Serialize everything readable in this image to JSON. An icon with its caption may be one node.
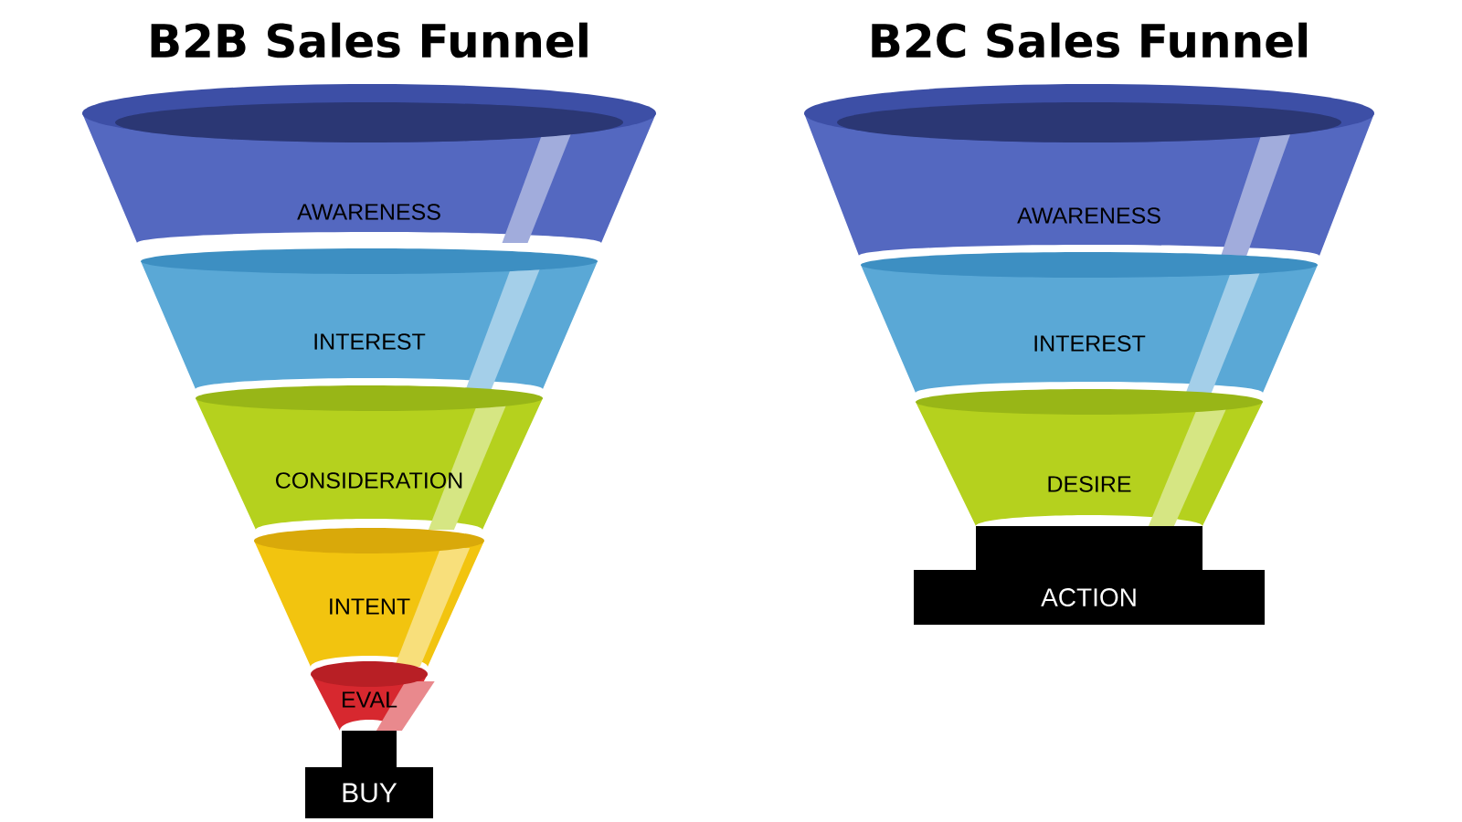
{
  "diagram": {
    "nodes": [
      {
        "text": [
          "AWARENESS"
        ]
      },
      {
        "text": [
          "INTEREST"
        ]
      },
      {
        "text": [
          "CONSIDERATION"
        ]
      },
      {
        "text": [
          "INTENT"
        ]
      },
      {
        "text": [
          "EVAL"
        ]
      },
      {
        "text": [
          "BUY"
        ]
      },
      {
        "text": [
          "AWARENESS"
        ]
      },
      {
        "text": [
          "INTEREST"
        ]
      },
      {
        "text": [
          "DESIRE"
        ]
      },
      {
        "text": [
          "ACTION"
        ]
      }
    ],
    "labels": [
      "B2B Sales Funnel",
      "B2C Sales Funnel"
    ]
  }
}
